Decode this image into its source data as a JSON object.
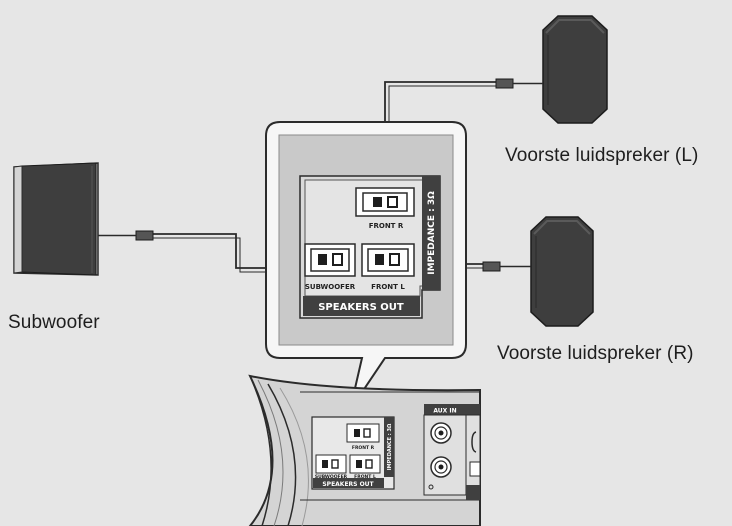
{
  "labels": {
    "front_left": "Voorste luidspreker (L)",
    "front_right": "Voorste luidspreker (R)",
    "subwoofer": "Subwoofer"
  },
  "panel": {
    "title": "SPEAKERS OUT",
    "impedance": "IMPEDANCE : 3Ω",
    "terminal_front_r": "FRONT R",
    "terminal_front_l": "FRONT L",
    "terminal_subwoofer": "SUBWOOFER"
  },
  "unit": {
    "jack_label": "AUX IN",
    "panel_title": "SPEAKERS OUT",
    "impedance": "IMPEDANCE : 3Ω",
    "terminal_front_r": "FRONT R",
    "terminal_front_l": "FRONT L",
    "terminal_subwoofer": "SUBWOOFER"
  },
  "colors": {
    "background": "#e6e6e6",
    "speaker_body": "#3c3c3c",
    "speaker_edge": "#1c1c1c",
    "panel_bg": "#c4c4c4",
    "callout_bg": "#f6f6f6",
    "wire": "#2a2a2a"
  }
}
